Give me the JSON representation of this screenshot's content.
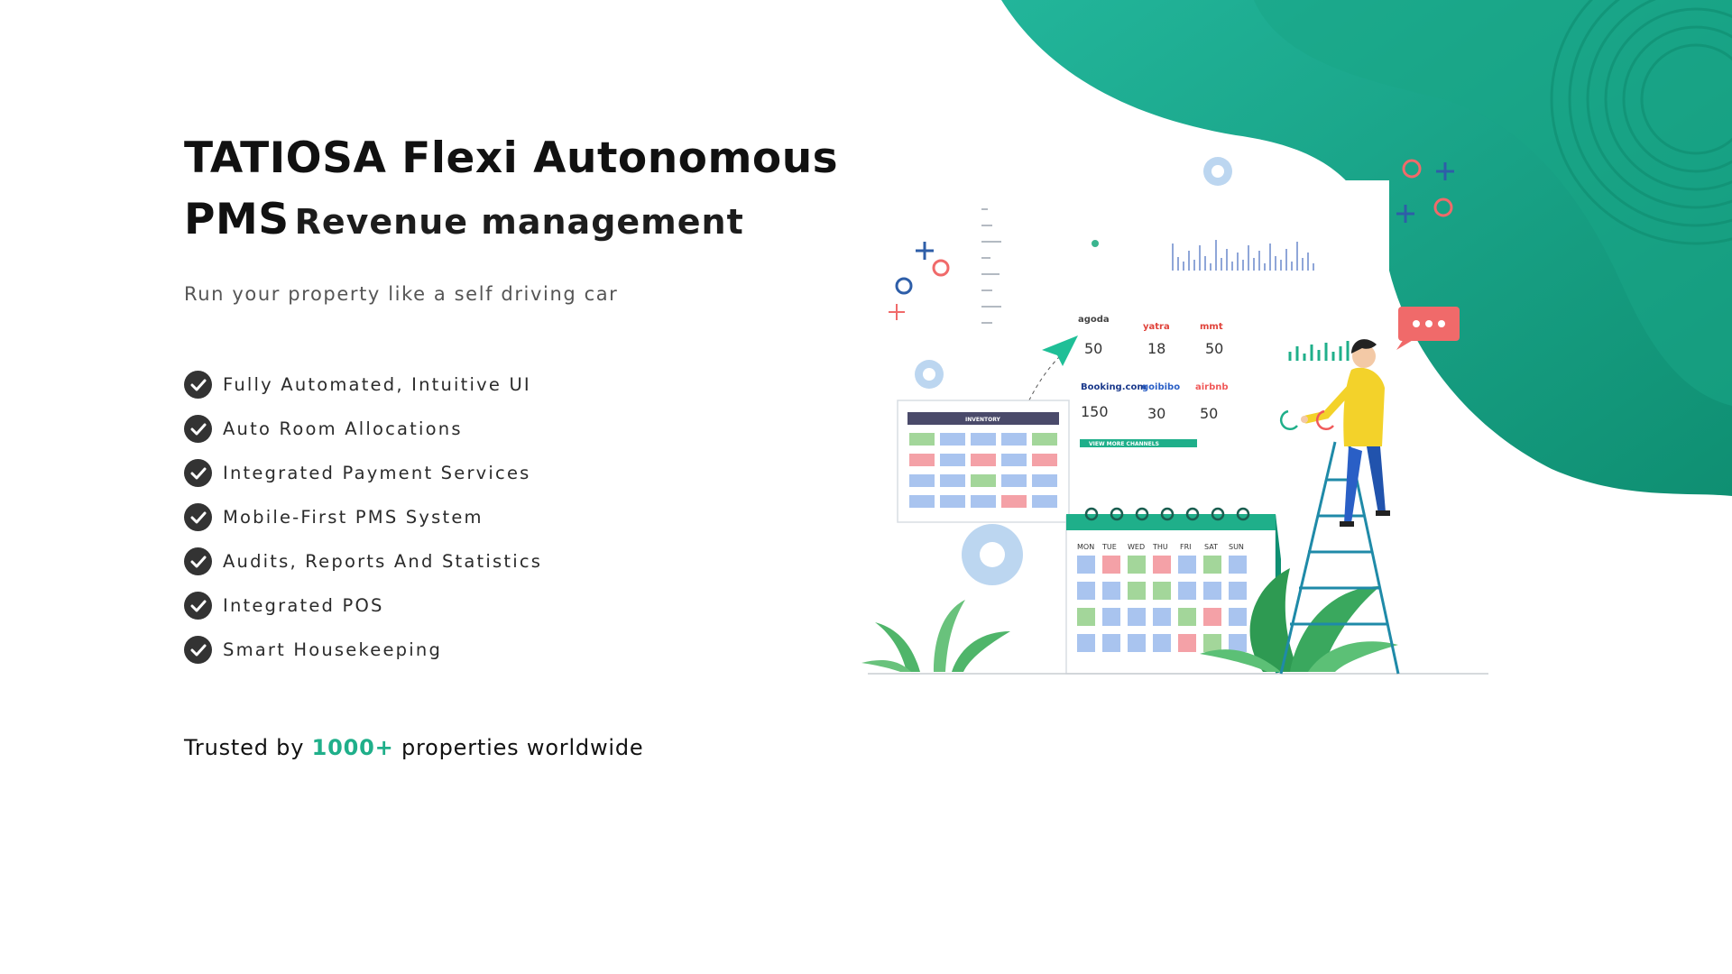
{
  "hero": {
    "title": "TATIOSA Flexi Autonomous PMS",
    "title_sub": "Revenue management",
    "tagline": "Run your property like a self driving car"
  },
  "features": [
    {
      "label": "Fully Automated, Intuitive UI",
      "icon": "check-circle-icon"
    },
    {
      "label": "Auto Room Allocations",
      "icon": "check-circle-icon"
    },
    {
      "label": "Integrated Payment Services",
      "icon": "check-circle-icon"
    },
    {
      "label": "Mobile-First PMS System",
      "icon": "check-circle-icon"
    },
    {
      "label": "Audits, Reports And Statistics",
      "icon": "check-circle-icon"
    },
    {
      "label": "Integrated POS",
      "icon": "check-circle-icon"
    },
    {
      "label": "Smart Housekeeping",
      "icon": "check-circle-icon"
    }
  ],
  "trusted": {
    "prefix": "Trusted by",
    "count": "1000+",
    "suffix": "properties worldwide"
  },
  "illustration": {
    "inventory_title": "INVENTORY",
    "channels": [
      {
        "brand": "agoda",
        "value": "50",
        "color": "#444444"
      },
      {
        "brand": "yatra",
        "value": "18",
        "color": "#e0433b"
      },
      {
        "brand": "mmt",
        "value": "50",
        "color": "#e0433b"
      },
      {
        "brand": "Booking.com",
        "value": "150",
        "color": "#1b3a8c"
      },
      {
        "brand": "goibibo",
        "value": "30",
        "color": "#2a5fc6"
      },
      {
        "brand": "airbnb",
        "value": "50",
        "color": "#f05a5a"
      }
    ],
    "view_more_label": "VIEW MORE CHANNELS",
    "weekdays": [
      "MON",
      "TUE",
      "WED",
      "THU",
      "FRI",
      "SAT",
      "SUN"
    ]
  },
  "colors": {
    "brand_green": "#1faf8a",
    "blob_dark": "#14987a",
    "text_dark": "#111111",
    "check_bg": "#333333"
  }
}
